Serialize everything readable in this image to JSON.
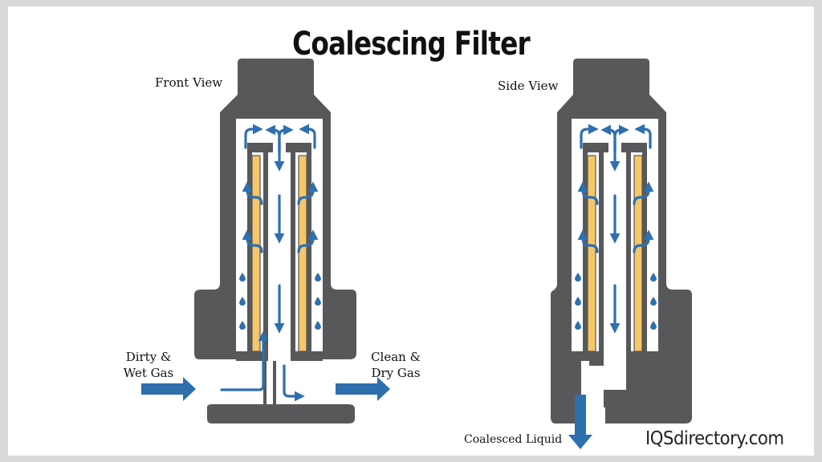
{
  "title": "Coalescing Filter",
  "views": {
    "front": "Front View",
    "side": "Side View"
  },
  "flows": {
    "inlet_line1": "Dirty &",
    "inlet_line2": "Wet Gas",
    "outlet_line1": "Clean &",
    "outlet_line2": "Dry Gas",
    "drain": "Coalesced Liquid"
  },
  "brand": "IQSdirectory.com",
  "colors": {
    "housing": "#58585a",
    "element": "#f5c767",
    "arrow": "#2e6fae",
    "droplet": "#2e6fae"
  }
}
